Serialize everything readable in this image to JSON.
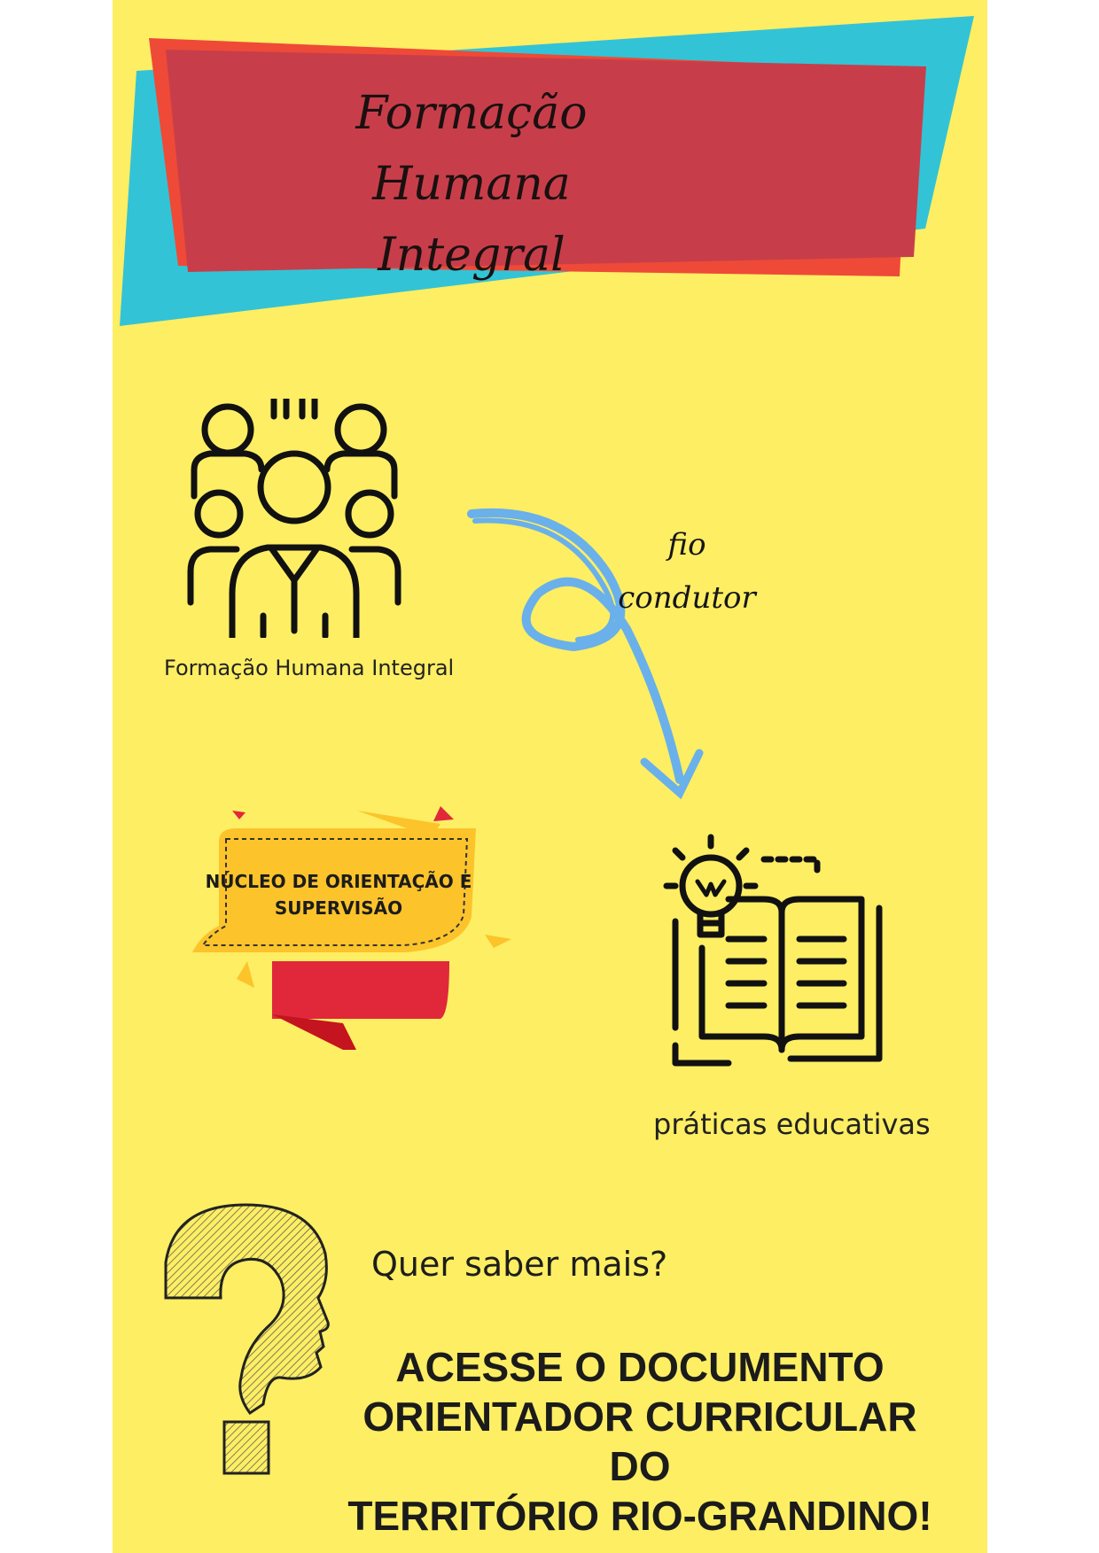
{
  "title": {
    "line1": "Formação Humana",
    "line2": "Integral"
  },
  "people": {
    "label": "Formação Humana Integral",
    "icon": "group-of-people-icon"
  },
  "connector": {
    "line1": "fio",
    "line2": "condutor",
    "icon": "curly-arrow-icon"
  },
  "badge": {
    "line1": "NÚCLEO DE ORIENTAÇÃO E",
    "line2": "SUPERVISÃO"
  },
  "practices": {
    "label": "práticas educativas",
    "icon": "book-lightbulb-icon"
  },
  "question": {
    "label": "Quer saber mais?",
    "icon": "question-head-icon"
  },
  "cta": {
    "line1": "ACESSE O DOCUMENTO",
    "line2": "ORIENTADOR CURRICULAR DO",
    "line3": "TERRITÓRIO RIO-GRANDINO!"
  },
  "colors": {
    "background": "#fdee63",
    "cyan": "#33c3d6",
    "orange_red": "#ee4a37",
    "crimson": "#c73e4a",
    "blue_arrow": "#6ab0ea",
    "badge_yellow": "#fcc32b",
    "badge_red": "#e0283a"
  }
}
